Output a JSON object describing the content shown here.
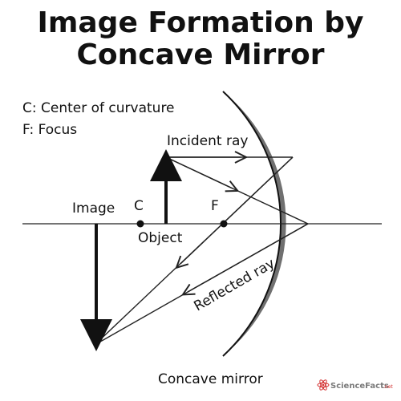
{
  "title": {
    "line1": "Image Formation by",
    "line2": "Concave Mirror"
  },
  "legend": {
    "center": "C: Center of curvature",
    "focus": "F: Focus"
  },
  "labels": {
    "incident_ray": "Incident ray",
    "reflected_ray": "Reflected ray",
    "image": "Image",
    "c_point": "C",
    "f_point": "F",
    "object": "Object",
    "mirror": "Concave mirror"
  },
  "brand": {
    "name": "ScienceFacts",
    "suffix": ".net"
  },
  "colors": {
    "mirror_fill": "#707070",
    "line": "#222222",
    "arrow": "#111111"
  }
}
